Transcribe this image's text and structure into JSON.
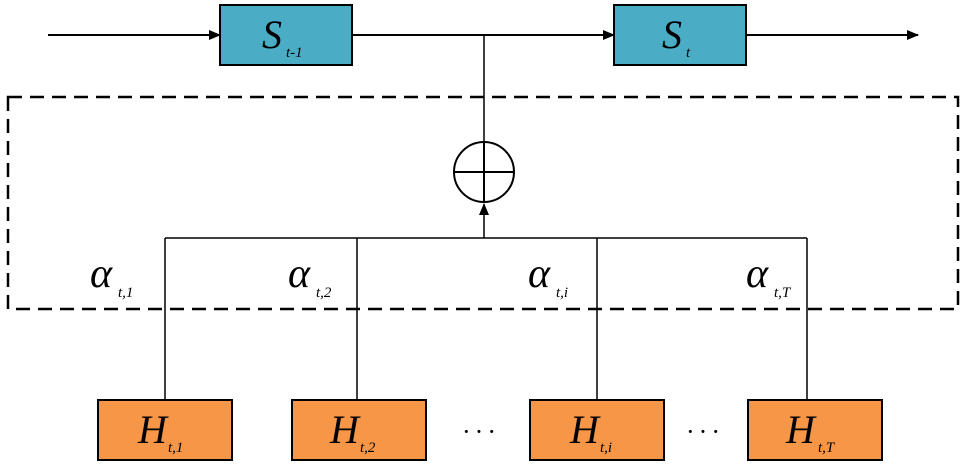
{
  "state_nodes": [
    {
      "main": "S",
      "sub": "t-1"
    },
    {
      "main": "S",
      "sub": "t"
    }
  ],
  "weights": [
    {
      "main": "α",
      "sub": "t,1"
    },
    {
      "main": "α",
      "sub": "t,2"
    },
    {
      "main": "α",
      "sub": "t,i"
    },
    {
      "main": "α",
      "sub": "t,T"
    }
  ],
  "hidden_nodes": [
    {
      "main": "H",
      "sub": "t,1"
    },
    {
      "main": "H",
      "sub": "t,2"
    },
    {
      "main": "H",
      "sub": "t,i"
    },
    {
      "main": "H",
      "sub": "t,T"
    }
  ],
  "ellipses": [
    "···",
    "···"
  ],
  "colors": {
    "state_fill": "#4BACC6",
    "hidden_fill": "#F79646",
    "stroke": "#000000"
  }
}
